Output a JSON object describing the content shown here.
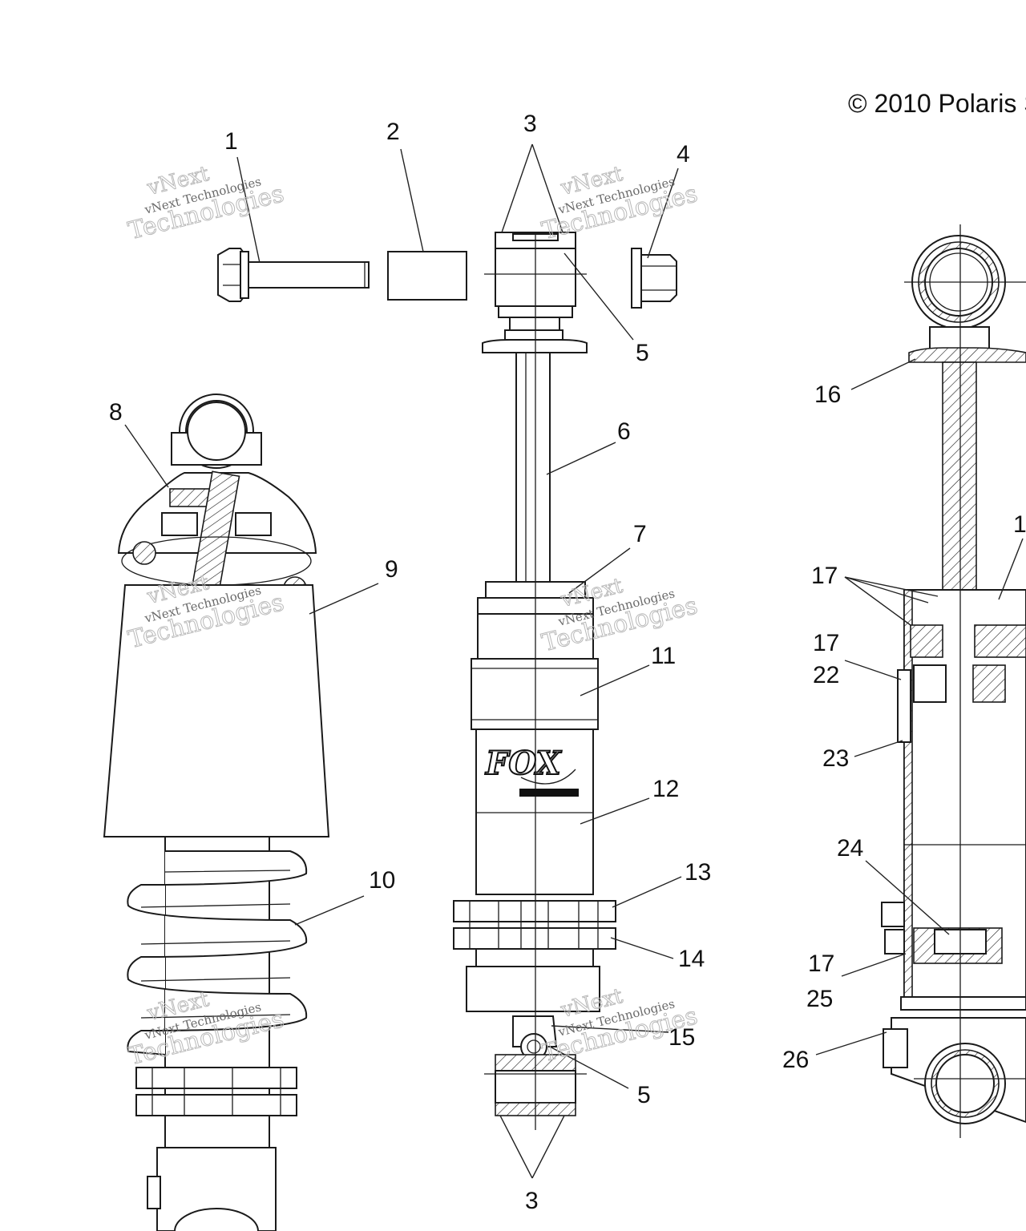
{
  "copyright": "© 2010 Polaris S",
  "watermark": {
    "line1": "vNext",
    "line2": "vNext Technologies",
    "line3": "Technologies"
  },
  "callouts": {
    "c1": "1",
    "c2": "2",
    "c3_top": "3",
    "c4": "4",
    "c5_top": "5",
    "c6": "6",
    "c7": "7",
    "c8": "8",
    "c9": "9",
    "c10": "10",
    "c11": "11",
    "c12": "12",
    "c13": "13",
    "c14": "14",
    "c15": "15",
    "c5_bottom": "5",
    "c3_bottom": "3",
    "c16": "16",
    "c17_a": "17",
    "c17_b": "17",
    "c22": "22",
    "c23": "23",
    "c24": "24",
    "c17_c": "17",
    "c25": "25",
    "c26": "26",
    "c1_right": "1"
  },
  "brand_logo": "FOX"
}
